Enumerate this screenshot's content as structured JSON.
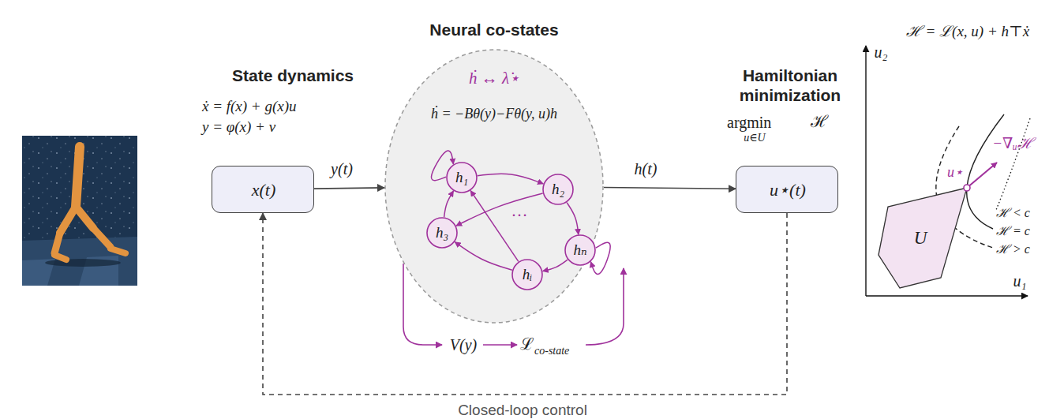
{
  "diagram": {
    "nodes": [
      {
        "text": [
          "State dynamics",
          "ẋ = f(x) + g(x)u",
          "y = φ(x) + v",
          "x(t)"
        ]
      },
      {
        "text": [
          "Neural co-states",
          "ḣ ↔ λ̇⋆",
          "ḣ = −Bθ(y)−Fθ(y, u)h"
        ]
      },
      {
        "text": [
          "h₁"
        ],
        "in": 1
      },
      {
        "text": [
          "h₂"
        ],
        "in": 1
      },
      {
        "text": [
          "h₃"
        ],
        "in": 1
      },
      {
        "text": [
          "hₙ"
        ],
        "in": 1
      },
      {
        "text": [
          "hᵢ"
        ],
        "in": 1
      },
      {
        "text": [
          "Hamiltonian minimization",
          "argmin",
          "u∈U",
          "ℋ",
          "u⋆(t)"
        ]
      },
      {
        "text": [
          "U"
        ]
      }
    ],
    "edges": [
      {
        "from": 0,
        "to": 1,
        "arrow": "to",
        "label": "y(t)"
      },
      {
        "from": 1,
        "to": 7,
        "arrow": "to",
        "label": "h(t)"
      },
      {
        "from": 7,
        "to": 0,
        "arrow": "to",
        "label": "Closed-loop control"
      },
      {
        "from": 2,
        "to": 2,
        "arrow": "to"
      },
      {
        "from": 2,
        "to": 3,
        "arrow": "to"
      },
      {
        "from": 3,
        "to": 4,
        "arrow": "to"
      },
      {
        "from": 3,
        "to": 5,
        "arrow": "to"
      },
      {
        "from": 5,
        "to": 5,
        "arrow": "to"
      },
      {
        "from": 5,
        "to": 6,
        "arrow": "to"
      },
      {
        "from": 6,
        "to": 4,
        "arrow": "to"
      },
      {
        "from": 6,
        "to": 2,
        "arrow": "to"
      },
      {
        "from": 4,
        "to": 2,
        "arrow": "to"
      }
    ],
    "labels": [
      "…",
      "V(y)",
      "ℒ",
      "co-state",
      "u₂",
      "u₁",
      "ℋ = ℒ(x, u) + h⊤ẋ",
      "u⋆",
      "−∇ᵤℋ",
      "ℋ < c",
      "ℋ = c",
      "ℋ > c"
    ]
  }
}
